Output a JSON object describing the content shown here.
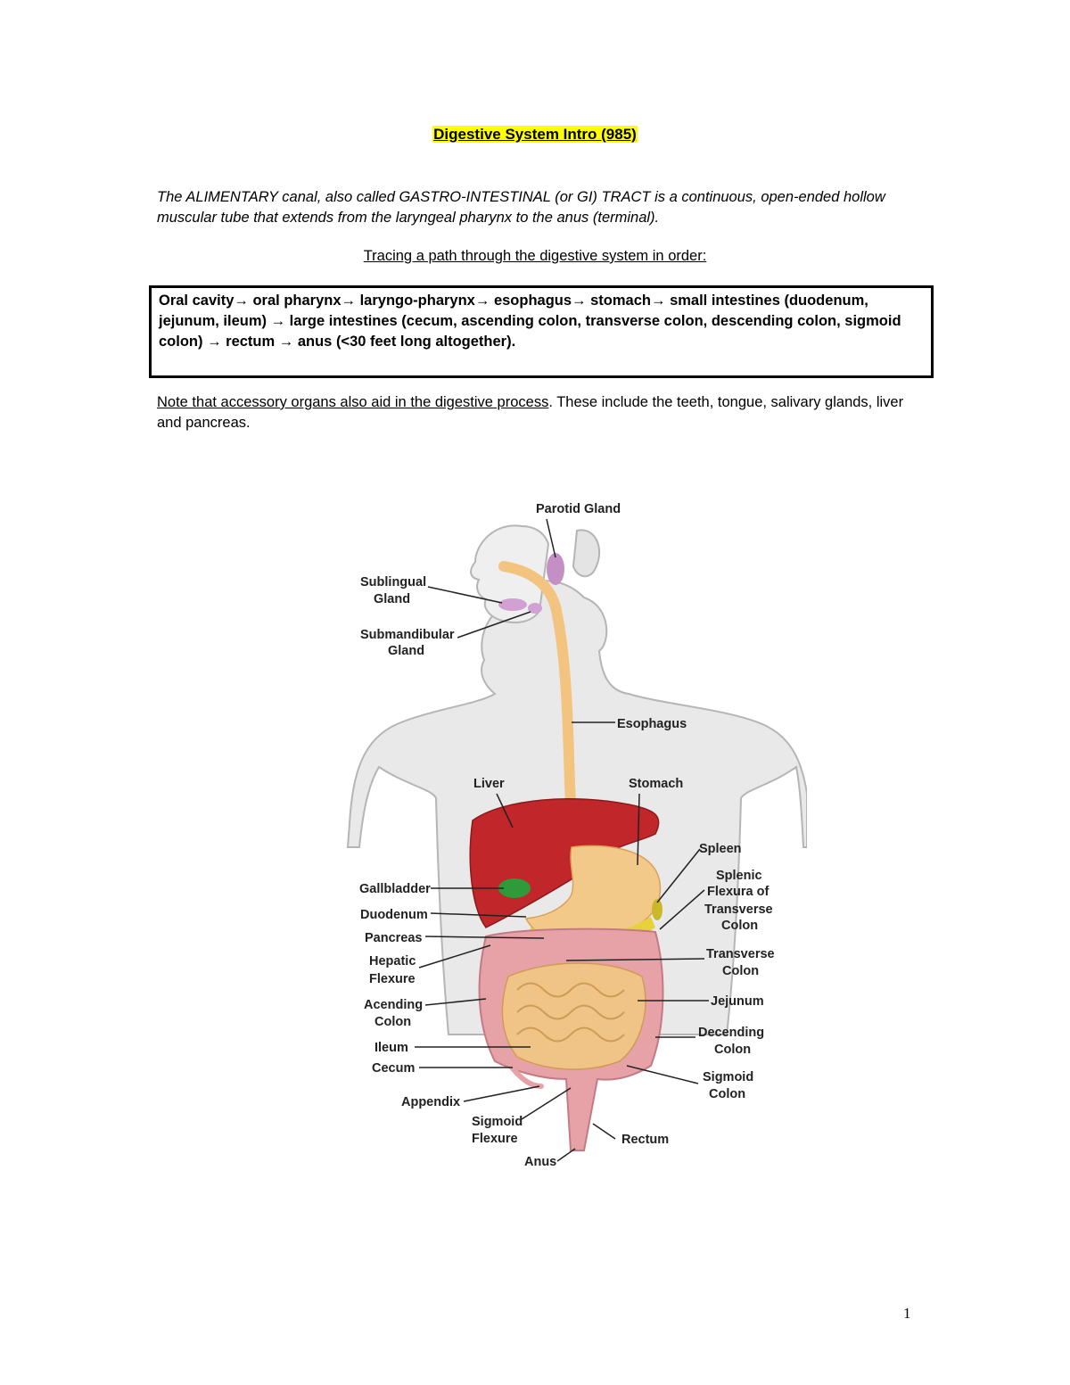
{
  "title": "Digestive System Intro (985)",
  "intro": "The ALIMENTARY canal, also called GASTRO-INTESTINAL (or GI) TRACT is a continuous, open-ended hollow muscular tube that extends from the laryngeal pharynx to the anus (terminal).",
  "tracing_heading": "Tracing a path through the digestive system in order:",
  "path_text": "Oral cavity→ oral pharynx→ laryngo-pharynx→ esophagus→ stomach→ small intestines (duodenum, jejunum, ileum) → large intestines (cecum, ascending colon, transverse colon, descending colon, sigmoid colon) → rectum → anus  (<30 feet long altogether).",
  "note_underlined": "Note that accessory organs also aid in the digestive process",
  "note_rest": ".  These include the teeth, tongue, salivary glands, liver and pancreas.",
  "diagram_labels": {
    "parotid_gland": "Parotid Gland",
    "sublingual_1": "Sublingual",
    "sublingual_2": "Gland",
    "submandibular_1": "Submandibular",
    "submandibular_2": "Gland",
    "esophagus": "Esophagus",
    "liver": "Liver",
    "stomach": "Stomach",
    "spleen": "Spleen",
    "splenic_1": "Splenic",
    "splenic_2": "Flexura of",
    "splenic_3": "Transverse",
    "splenic_4": "Colon",
    "gallbladder": "Gallbladder",
    "duodenum": "Duodenum",
    "pancreas": "Pancreas",
    "hepatic_1": "Hepatic",
    "hepatic_2": "Flexure",
    "transverse_1": "Transverse",
    "transverse_2": "Colon",
    "jejunum": "Jejunum",
    "acending_1": "Acending",
    "acending_2": "Colon",
    "decending_1": "Decending",
    "decending_2": "Colon",
    "ileum": "Ileum",
    "cecum": "Cecum",
    "sigmoid_colon_1": "Sigmoid",
    "sigmoid_colon_2": "Colon",
    "appendix": "Appendix",
    "sigmoid_flexure_1": "Sigmoid",
    "sigmoid_flexure_2": "Flexure",
    "rectum": "Rectum",
    "anus": "Anus"
  },
  "page_number": "1"
}
